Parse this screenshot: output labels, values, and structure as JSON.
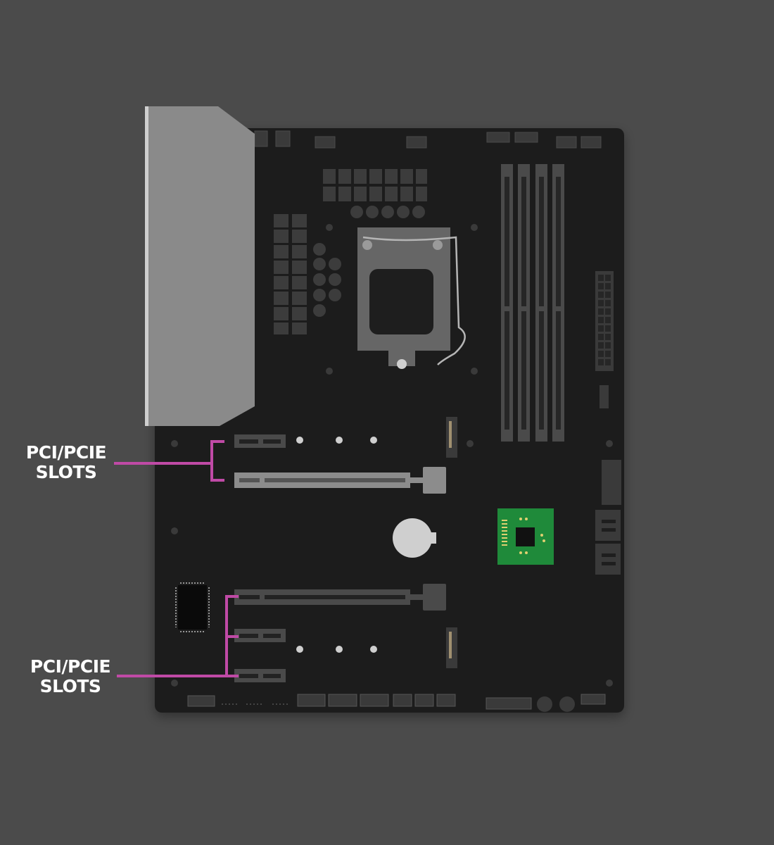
{
  "labels": {
    "top": {
      "line1": "PCI/PCIE",
      "line2": "SLOTS"
    },
    "bottom": {
      "line1": "PCI/PCIE",
      "line2": "SLOTS"
    }
  },
  "colors": {
    "background": "#4b4b4b",
    "board": "#1e1e1e",
    "heatsink": "#8a8a8a",
    "callout_line": "#c04aa6",
    "chip_green": "#1f8a3a",
    "label_text": "#ffffff"
  },
  "icons": [
    "motherboard",
    "cpu-socket",
    "ram-slots",
    "pcie-slots",
    "cmos-battery",
    "chipset"
  ]
}
